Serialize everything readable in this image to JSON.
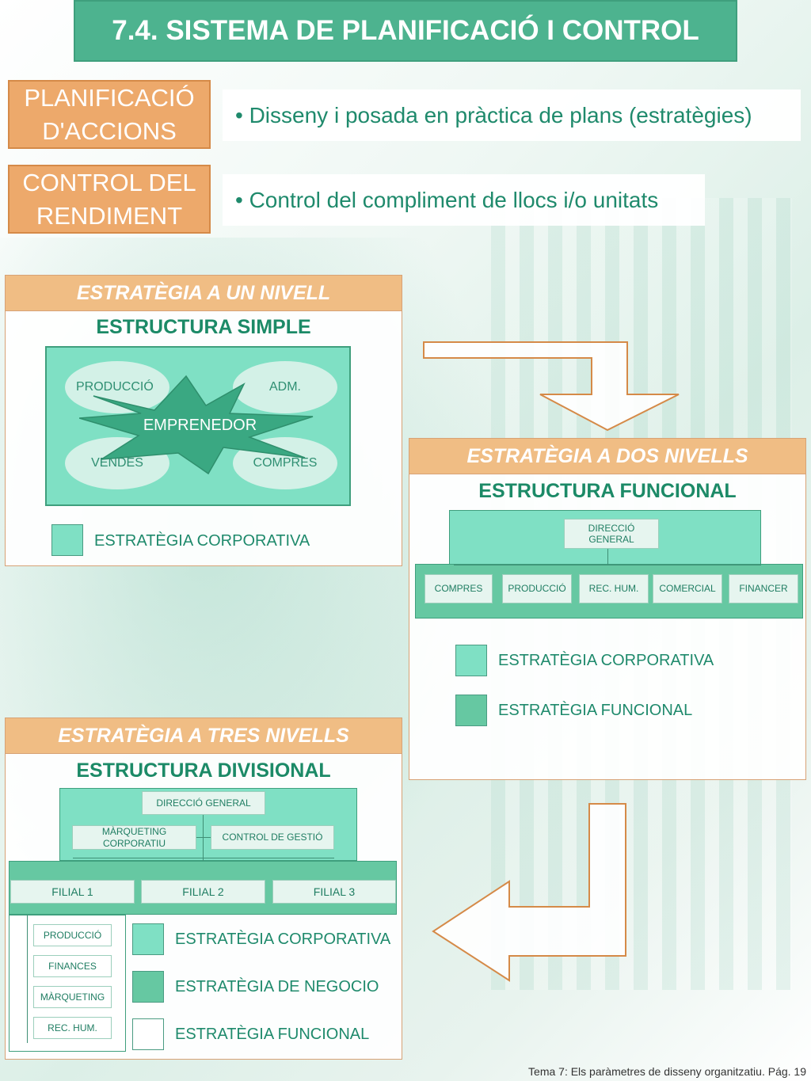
{
  "title": "7.4. SISTEMA DE PLANIFICACIÓ I CONTROL",
  "rows": [
    {
      "label": "PLANIFICACIÓ D'ACCIONS",
      "label_line1": "PLANIFICACIÓ",
      "label_line2": "D'ACCIONS",
      "text": "• Disseny i posada en pràctica de plans (estratègies)"
    },
    {
      "label": "CONTROL DEL RENDIMENT",
      "label_line1": "CONTROL DEL",
      "label_line2": "RENDIMENT",
      "text": "• Control del compliment de llocs i/o unitats"
    }
  ],
  "panel1": {
    "header": "ESTRATÈGIA A UN NIVELL",
    "heading": "ESTRUCTURA  SIMPLE",
    "ovals": [
      "PRODUCCIÓ",
      "ADM.",
      "VENDES",
      "COMPRES"
    ],
    "center": "EMPRENEDOR",
    "legend": "ESTRATÈGIA CORPORATIVA"
  },
  "panel2": {
    "header": "ESTRATÈGIA A DOS NIVELLS",
    "heading": "ESTRUCTURA  FUNCIONAL",
    "top_node_line1": "DIRECCIÓ",
    "top_node_line2": "GENERAL",
    "departments": [
      "COMPRES",
      "PRODUCCIÓ",
      "REC. HUM.",
      "COMERCIAL",
      "FINANCER"
    ],
    "legend": [
      "ESTRATÈGIA CORPORATIVA",
      "ESTRATÈGIA FUNCIONAL"
    ]
  },
  "panel3": {
    "header": "ESTRATÈGIA A TRES NIVELLS",
    "heading": "ESTRUCTURA  DIVISIONAL",
    "top_node": "DIRECCIÓ GENERAL",
    "staff_left_line1": "MÀRQUETING",
    "staff_left_line2": "CORPORATIU",
    "staff_right": "CONTROL DE GESTIÓ",
    "filials": [
      "FILIAL 1",
      "FILIAL 2",
      "FILIAL 3"
    ],
    "functions": [
      "PRODUCCIÓ",
      "FINANCES",
      "MÀRQUETING",
      "REC. HUM."
    ],
    "legend": [
      "ESTRATÈGIA CORPORATIVA",
      "ESTRATÈGIA DE NEGOCIO",
      "ESTRATÈGIA FUNCIONAL"
    ]
  },
  "colors": {
    "title_green": "#4db38f",
    "orange": "#eda96b",
    "mint": "#7fe0c4",
    "mint_dark": "#66c8a2",
    "text_green": "#1c8a67"
  },
  "footer": "Tema 7: Els paràmetres de disseny organitzatiu. Pág. 19"
}
